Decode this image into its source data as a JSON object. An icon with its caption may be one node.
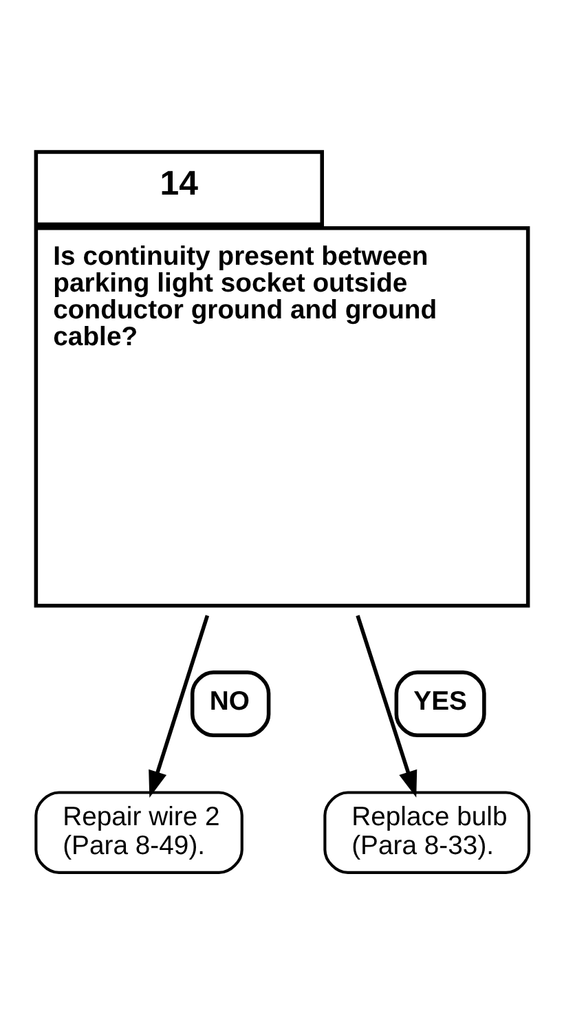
{
  "diagram": {
    "nodes": [
      {
        "text": [
          "14",
          "Is continuity present between parking light socket outside conductor ground and ground cable?"
        ]
      },
      {
        "text": [
          "Repair wire 2 (Para 8-49)."
        ]
      },
      {
        "text": [
          "Replace bulb (Para 8-33)."
        ]
      }
    ],
    "edges": [
      {
        "from": 0,
        "to": 1,
        "arrow": "to",
        "label": "NO"
      },
      {
        "from": 0,
        "to": 2,
        "arrow": "to",
        "label": "YES"
      }
    ]
  }
}
